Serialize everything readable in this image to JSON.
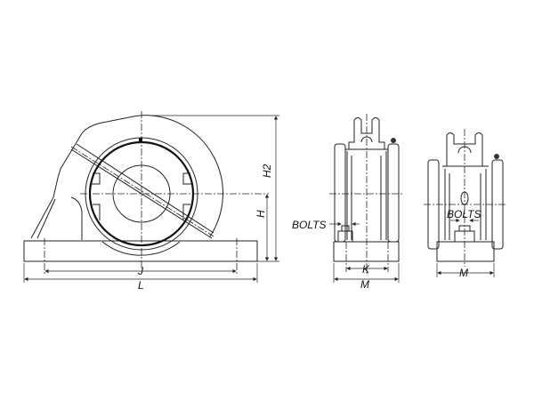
{
  "drawing": {
    "front_view": {
      "dim_labels": {
        "J": "J",
        "L": "L",
        "H": "H",
        "H2": "H2"
      }
    },
    "side_view_1": {
      "dim_labels": {
        "K": "K",
        "M": "M",
        "bolts": "BOLTS"
      }
    },
    "side_view_2": {
      "dim_labels": {
        "M": "M",
        "bolts": "BOLTS"
      }
    }
  }
}
